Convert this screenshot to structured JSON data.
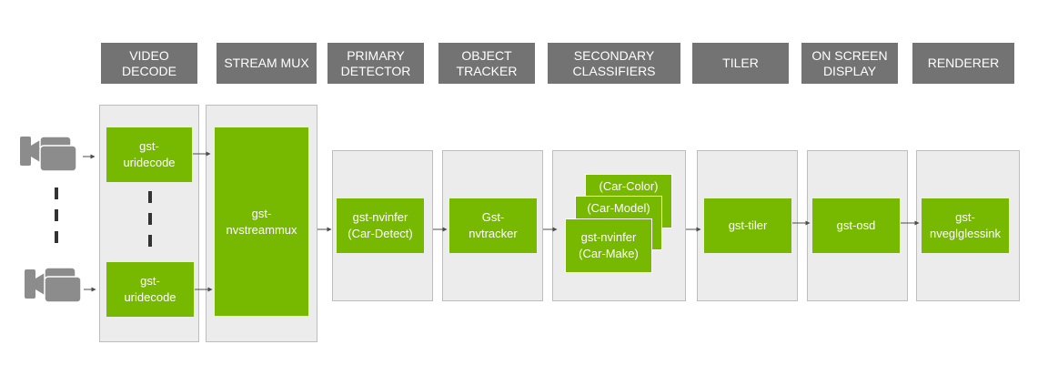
{
  "headers": {
    "video_decode": "VIDEO\nDECODE",
    "stream_mux": "STREAM MUX",
    "primary_detector": "PRIMARY\nDETECTOR",
    "object_tracker": "OBJECT\nTRACKER",
    "secondary_classifiers": "SECONDARY\nCLASSIFIERS",
    "tiler": "TILER",
    "on_screen_display": "ON SCREEN\nDISPLAY",
    "renderer": "RENDERER"
  },
  "boxes": {
    "uridecode_top": "gst-\nuridecode",
    "uridecode_bottom": "gst-\nuridecode",
    "nvstreammux": "gst-\nnvstreammux",
    "nvinfer_primary": "gst-nvinfer\n(Car-Detect)",
    "nvtracker": "Gst-\nnvtracker",
    "car_color": "(Car-Color)",
    "car_model": "(Car-Model)",
    "nvinfer_secondary": "gst-nvinfer\n(Car-Make)",
    "tiler": "gst-tiler",
    "osd": "gst-osd",
    "eglsink": "gst-\nnveglglessink"
  },
  "colors": {
    "header_bg": "#737373",
    "element_green": "#76b900",
    "panel_bg": "#ececec",
    "camera_gray": "#8c8c8c",
    "arrow": "#4d4d4d"
  },
  "icons": {
    "source_top": "video-camera-icon",
    "source_bottom": "video-camera-icon"
  }
}
